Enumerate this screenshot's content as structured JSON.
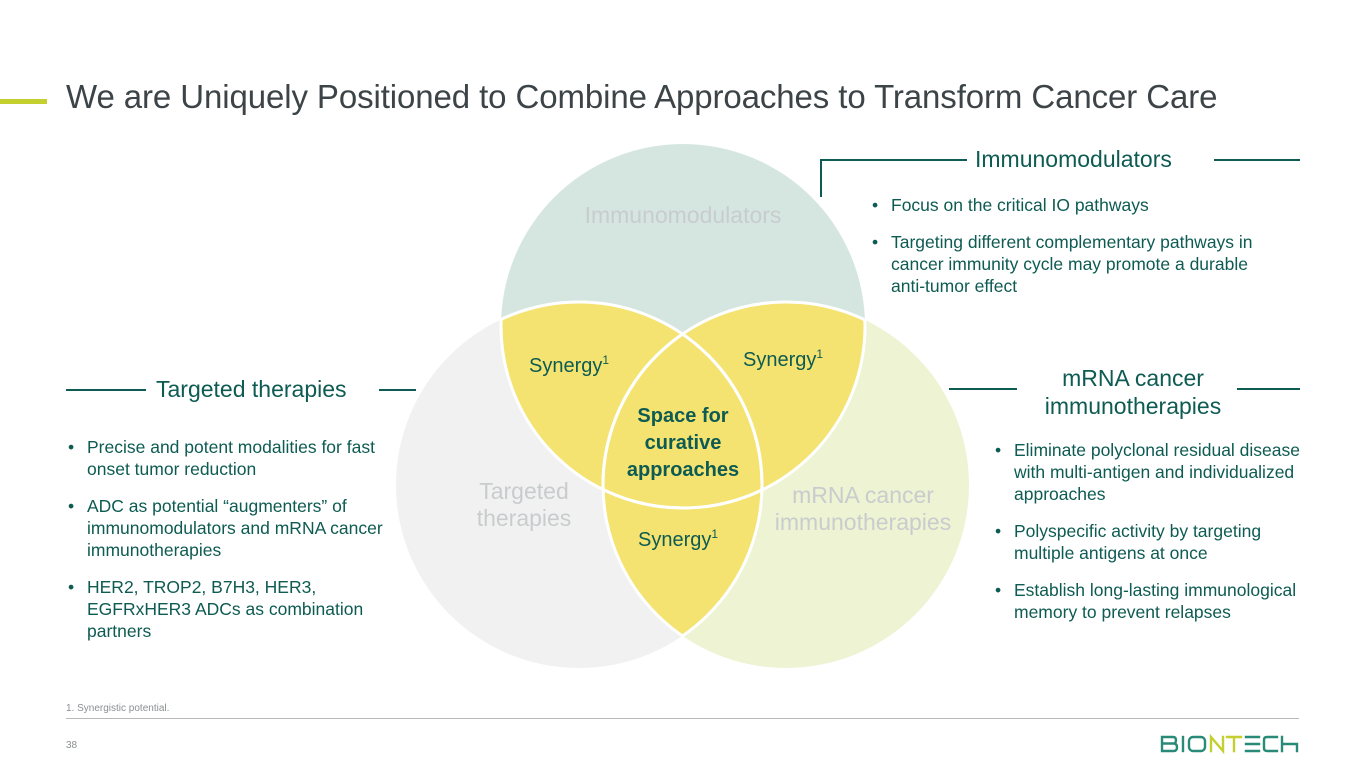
{
  "slide": {
    "title": "We are Uniquely Positioned to Combine Approaches to Transform Cancer Care",
    "page_number": "38",
    "footnote": "1. Synergistic potential.",
    "logo_text": "BIONTECH"
  },
  "colors": {
    "accent_lime": "#c3d02f",
    "text_teal": "#0d5b52",
    "immunomodulators_circle": "#d5e6e1",
    "targeted_circle": "#f1f1f1",
    "mrna_circle": "#eef3d3",
    "synergy_yellow": "#f4e370",
    "title_gray": "#3d4448"
  },
  "venn": {
    "circles": [
      {
        "id": "immunomodulators",
        "label": "Immunomodulators"
      },
      {
        "id": "targeted",
        "label_line1": "Targeted",
        "label_line2": "therapies"
      },
      {
        "id": "mrna",
        "label_line1": "mRNA cancer",
        "label_line2": "immunotherapies"
      }
    ],
    "synergy_label": "Synergy",
    "synergy_footnote_marker": "1",
    "center_line1": "Space for",
    "center_line2": "curative",
    "center_line3": "approaches"
  },
  "sections": {
    "immunomodulators": {
      "heading": "Immunomodulators",
      "bullets": [
        "Focus on the critical IO pathways",
        "Targeting different complementary pathways in cancer immunity cycle may promote a durable anti-tumor effect"
      ]
    },
    "targeted": {
      "heading": "Targeted therapies",
      "bullets": [
        "Precise and potent modalities for fast onset tumor reduction",
        "ADC as potential “augmenters” of immunomodulators and mRNA cancer immunotherapies",
        "HER2, TROP2, B7H3, HER3, EGFRxHER3 ADCs as combination partners"
      ]
    },
    "mrna": {
      "heading_line1": "mRNA cancer",
      "heading_line2": "immunotherapies",
      "bullets": [
        "Eliminate polyclonal residual disease with multi-antigen and individualized approaches",
        "Polyspecific activity by targeting multiple antigens at once",
        "Establish long-lasting immunological memory to prevent relapses"
      ]
    }
  }
}
